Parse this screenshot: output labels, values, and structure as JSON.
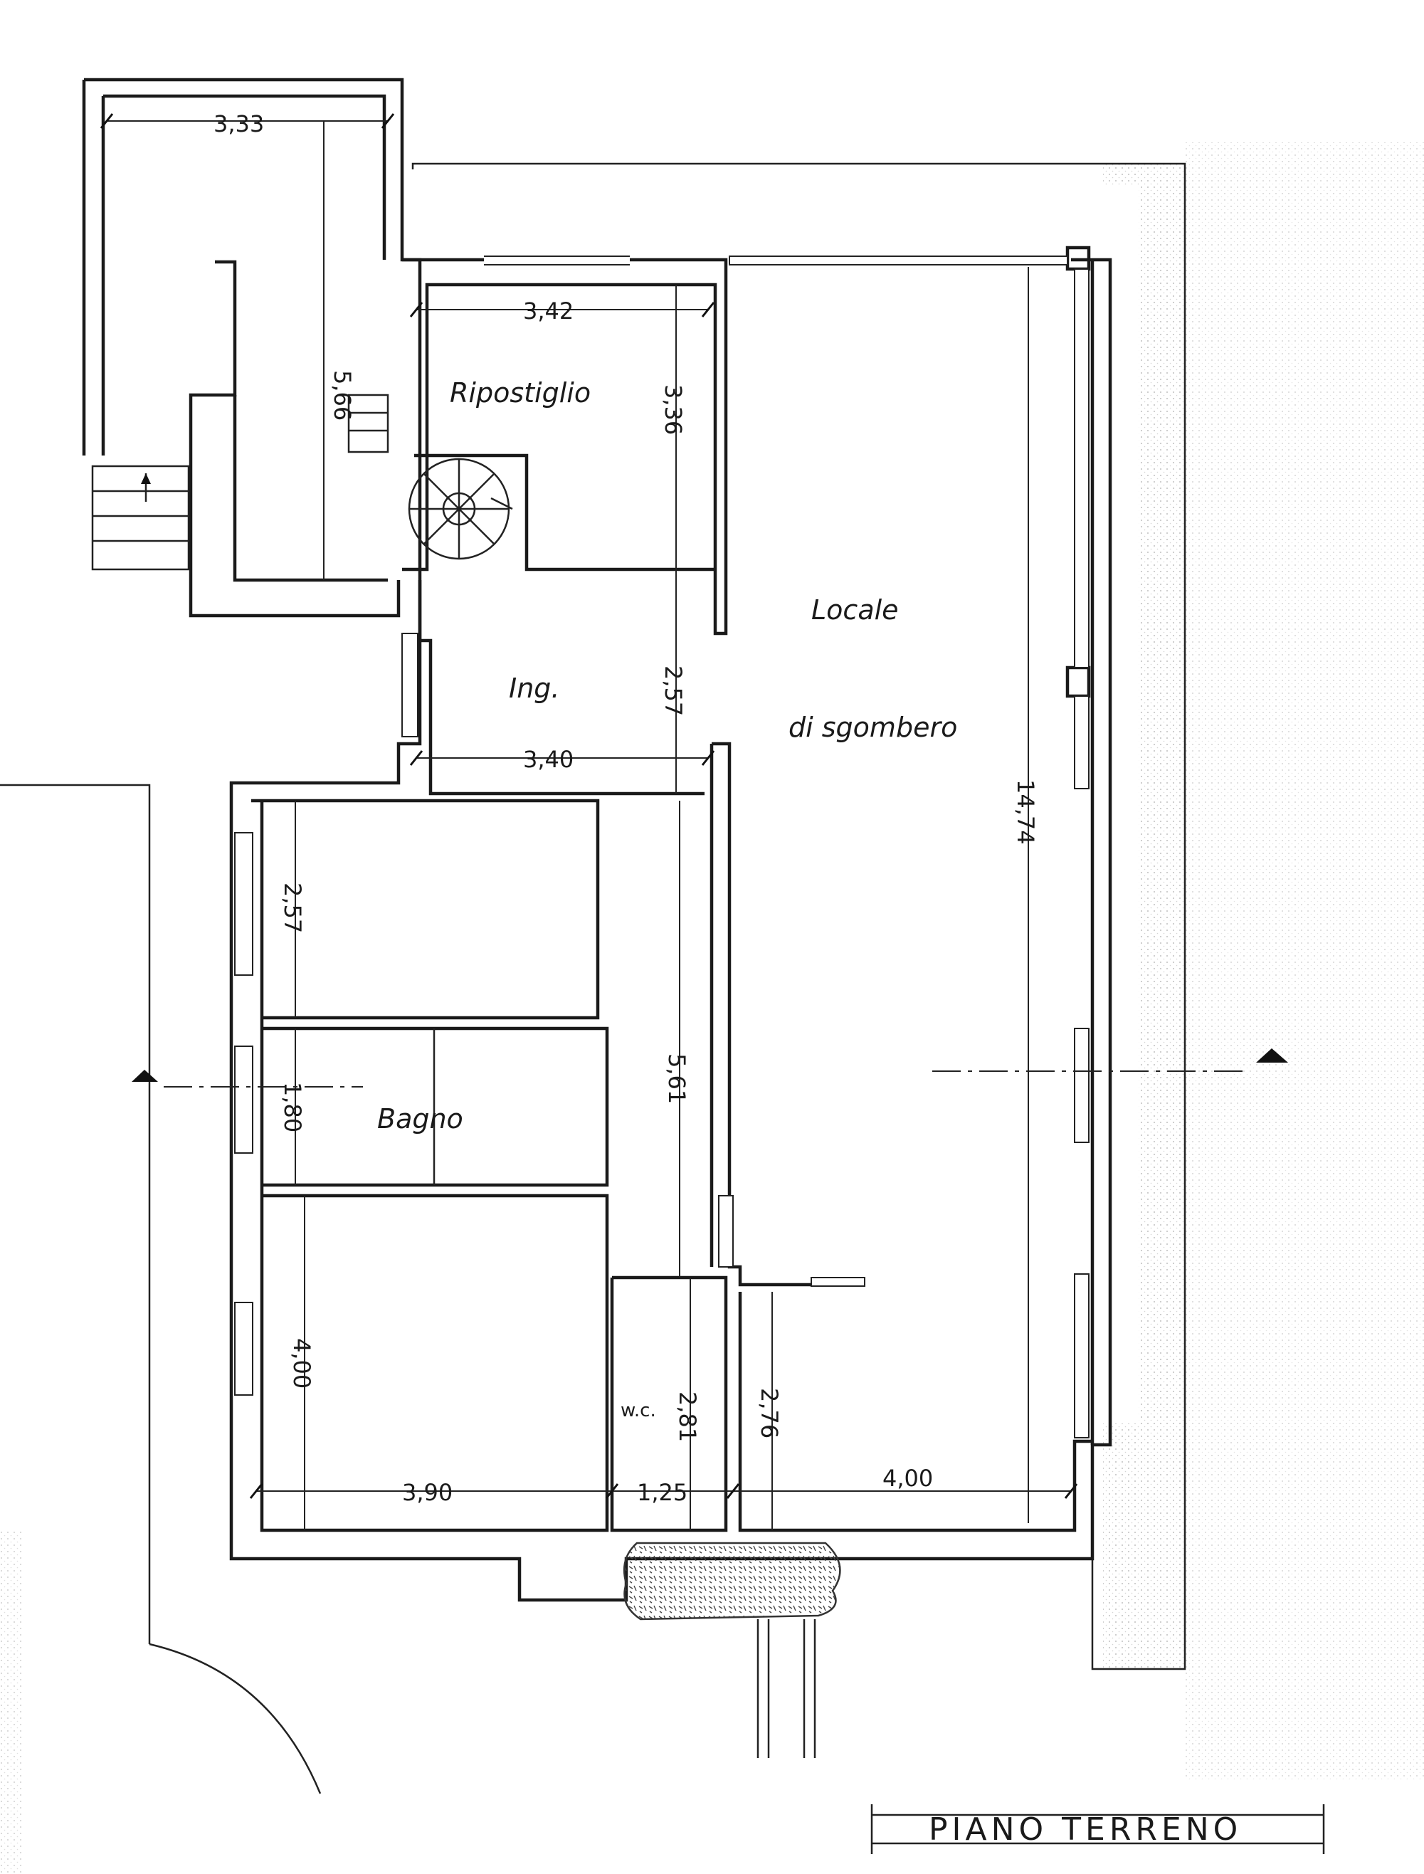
{
  "rooms": {
    "ripostiglio": "Ripostiglio",
    "ingresso": "Ing.",
    "locale_line1": "Locale",
    "locale_line2": "di sgombero",
    "bagno": "Bagno",
    "wc": "w.c."
  },
  "dimensions": {
    "d_333": "3,33",
    "d_566": "5,66",
    "d_342": "3,42",
    "d_336": "3,36",
    "d_257_ing": "2,57",
    "d_340": "3,40",
    "d_1474": "14,74",
    "d_257_room": "2,57",
    "d_180": "1,80",
    "d_561": "5,61",
    "d_400_v": "4,00",
    "d_281": "2,81",
    "d_276": "2,76",
    "d_390": "3,90",
    "d_125": "1,25",
    "d_400_h": "4,00"
  },
  "title": "PIANO TERRENO",
  "colors": {
    "ink": "#1a1a1a",
    "paper": "#ffffff",
    "hatch": "#9a9a9a"
  }
}
